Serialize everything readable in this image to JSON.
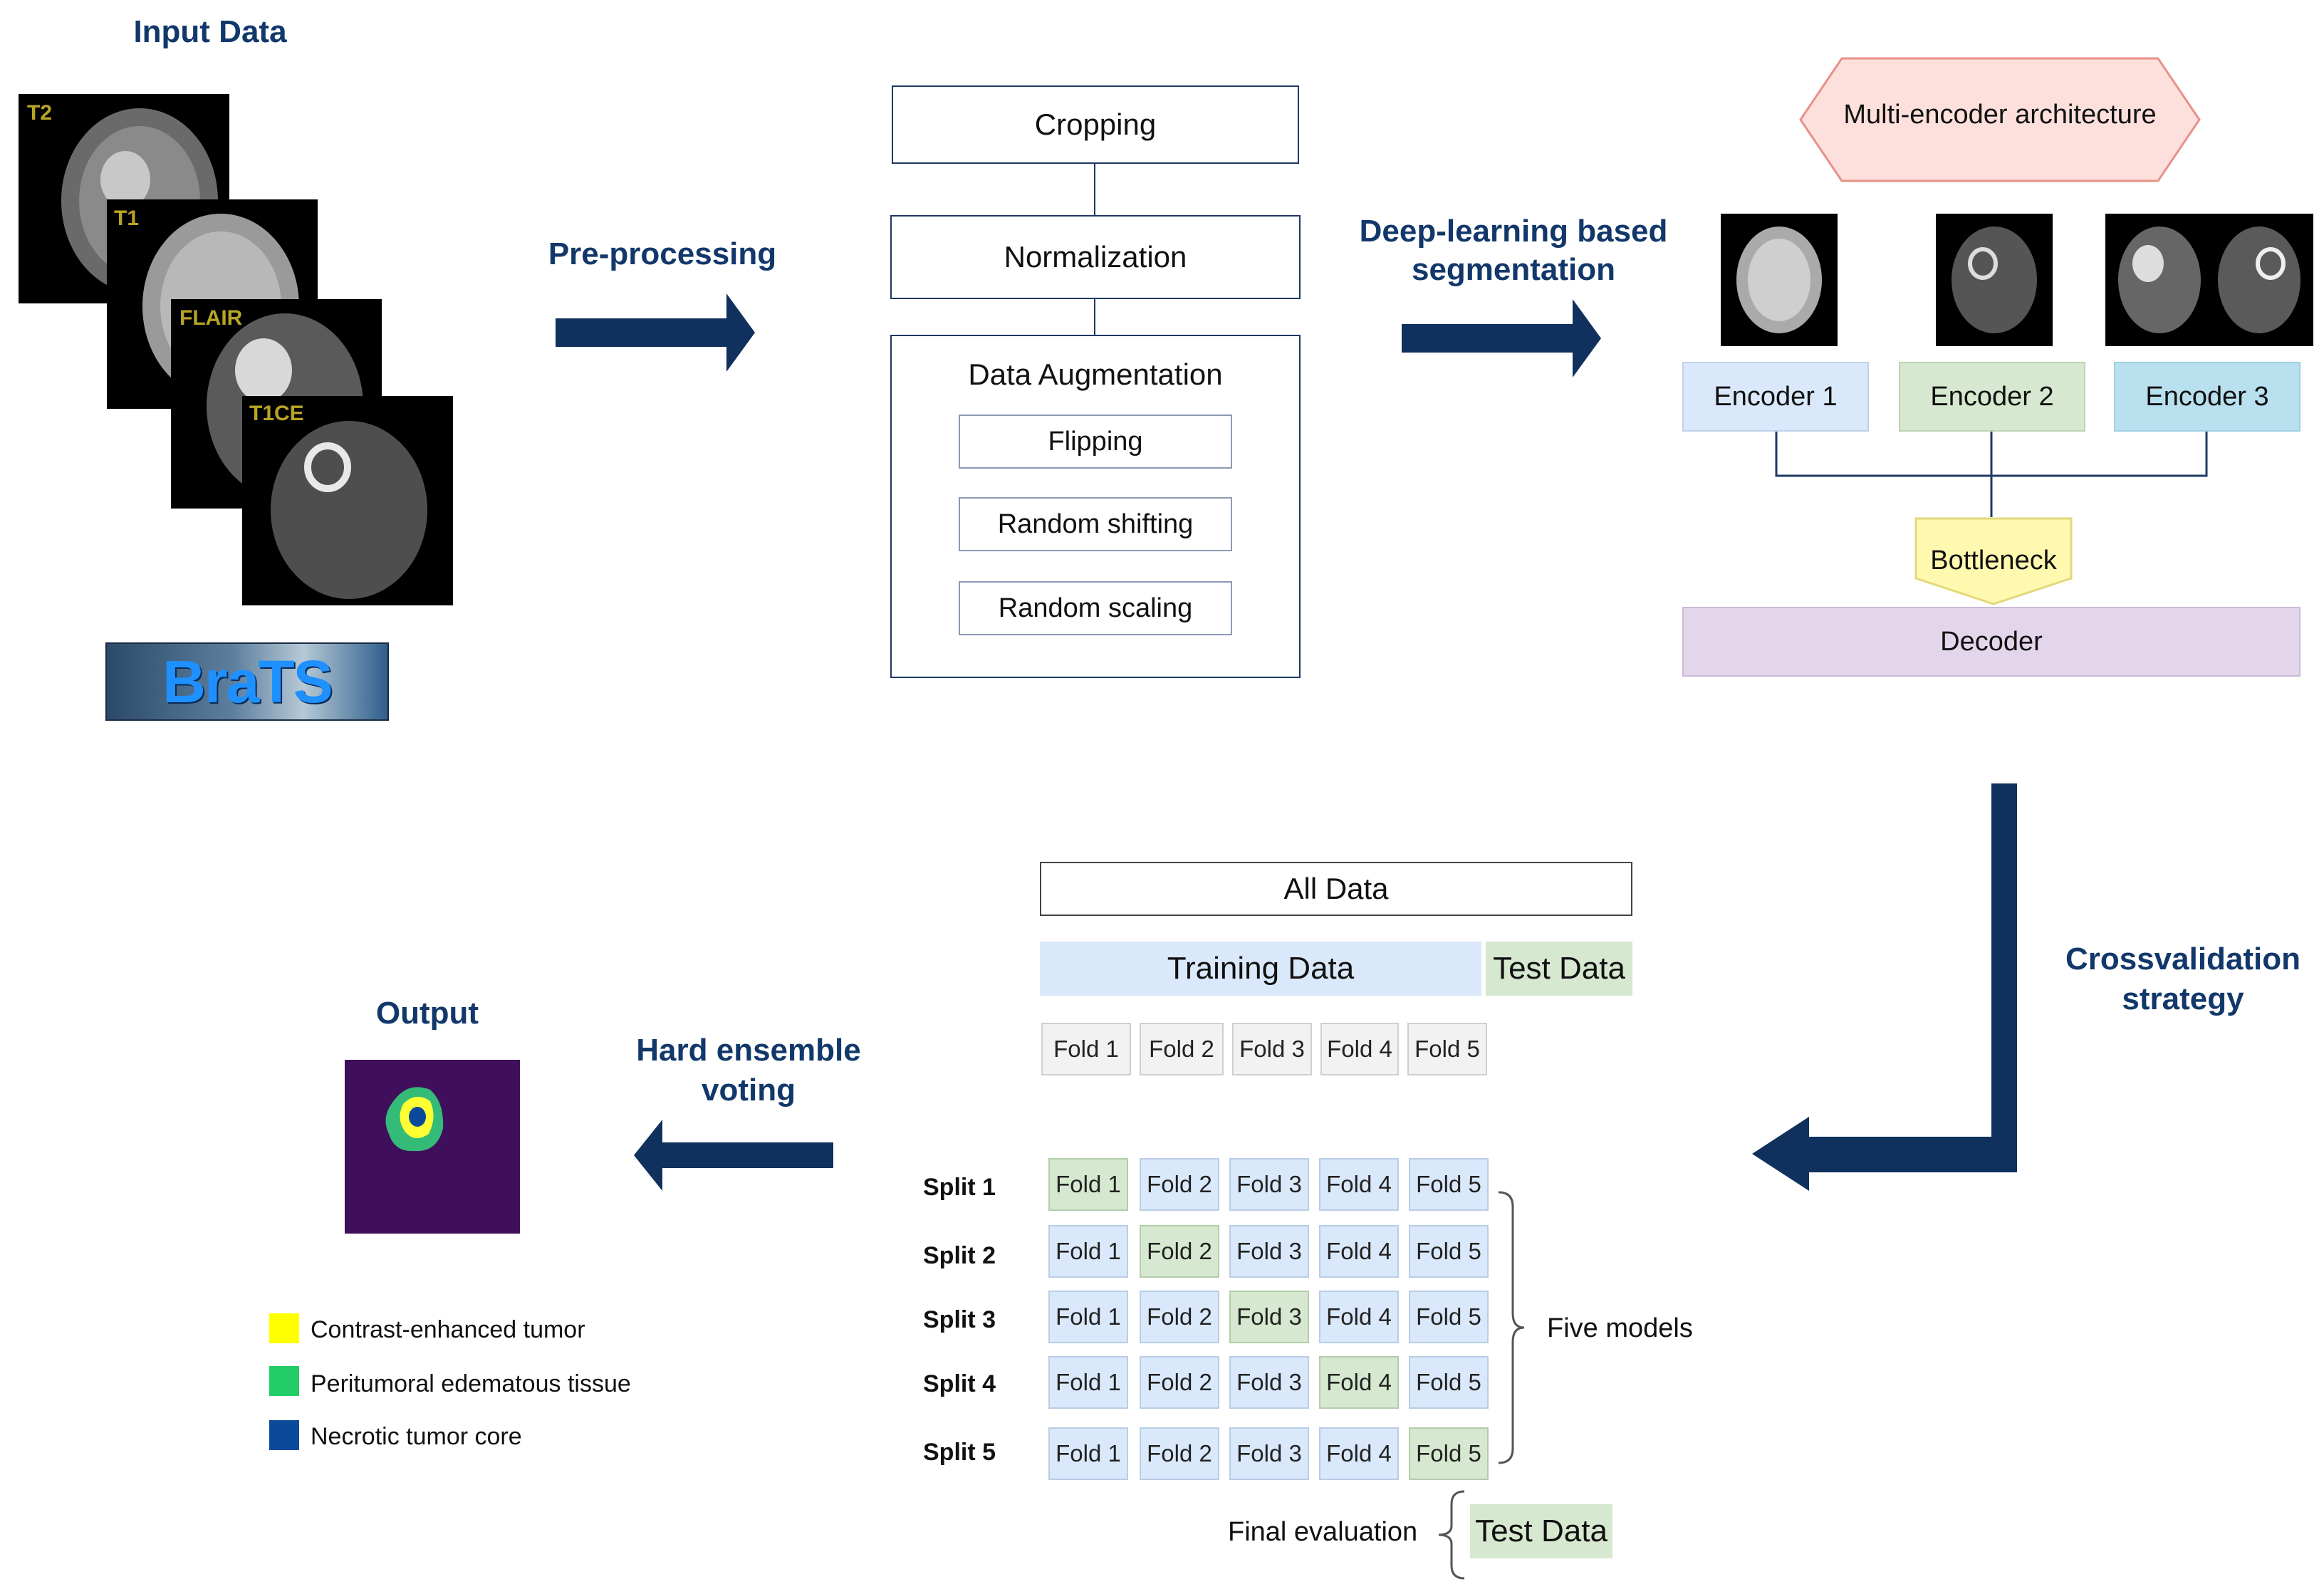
{
  "headings": {
    "input_data": "Input Data",
    "pre_processing": "Pre-processing",
    "deep_learning_line1": "Deep-learning based",
    "deep_learning_line2": "segmentation",
    "crossvalidation_line1": "Crossvalidation",
    "crossvalidation_line2": "strategy",
    "hard_ensemble_line1": "Hard ensemble",
    "hard_ensemble_line2": "voting",
    "output": "Output"
  },
  "input_scans": {
    "labels": [
      "T2",
      "T1",
      "FLAIR",
      "T1CE"
    ],
    "logo_text": "BraTS"
  },
  "preprocessing": {
    "cropping": "Cropping",
    "normalization": "Normalization",
    "augmentation_title": "Data Augmentation",
    "augmentation_items": [
      "Flipping",
      "Random shifting",
      "Random scaling"
    ]
  },
  "architecture": {
    "title": "Multi-encoder architecture",
    "encoders": [
      "Encoder 1",
      "Encoder 2",
      "Encoder 3"
    ],
    "bottleneck": "Bottleneck",
    "decoder": "Decoder"
  },
  "crossval": {
    "all_data": "All Data",
    "training_data": "Training Data",
    "test_data": "Test Data",
    "folds": [
      "Fold 1",
      "Fold 2",
      "Fold 3",
      "Fold 4",
      "Fold 5"
    ],
    "splits": [
      {
        "label": "Split 1",
        "test_fold_index": 0
      },
      {
        "label": "Split 2",
        "test_fold_index": 1
      },
      {
        "label": "Split 3",
        "test_fold_index": 2
      },
      {
        "label": "Split 4",
        "test_fold_index": 3
      },
      {
        "label": "Split 5",
        "test_fold_index": 4
      }
    ],
    "five_models": "Five models",
    "final_evaluation": "Final evaluation",
    "final_test_data": "Test Data"
  },
  "legend": [
    {
      "label": "Contrast-enhanced tumor",
      "color": "#ffff00"
    },
    {
      "label": "Peritumoral edematous tissue",
      "color": "#22cc66"
    },
    {
      "label": "Necrotic tumor core",
      "color": "#0b4a9a"
    }
  ],
  "colors": {
    "arrow": "#10305e",
    "heading": "#12386b",
    "encoder1": "#dae8fb",
    "encoder2": "#d6e8cf",
    "encoder3": "#b8e0ee",
    "bottleneck": "#fff9b0",
    "decoder": "#e3d6ea",
    "arch_title_fill": "#fde0dc",
    "output_bg": "#3f0f5c"
  }
}
